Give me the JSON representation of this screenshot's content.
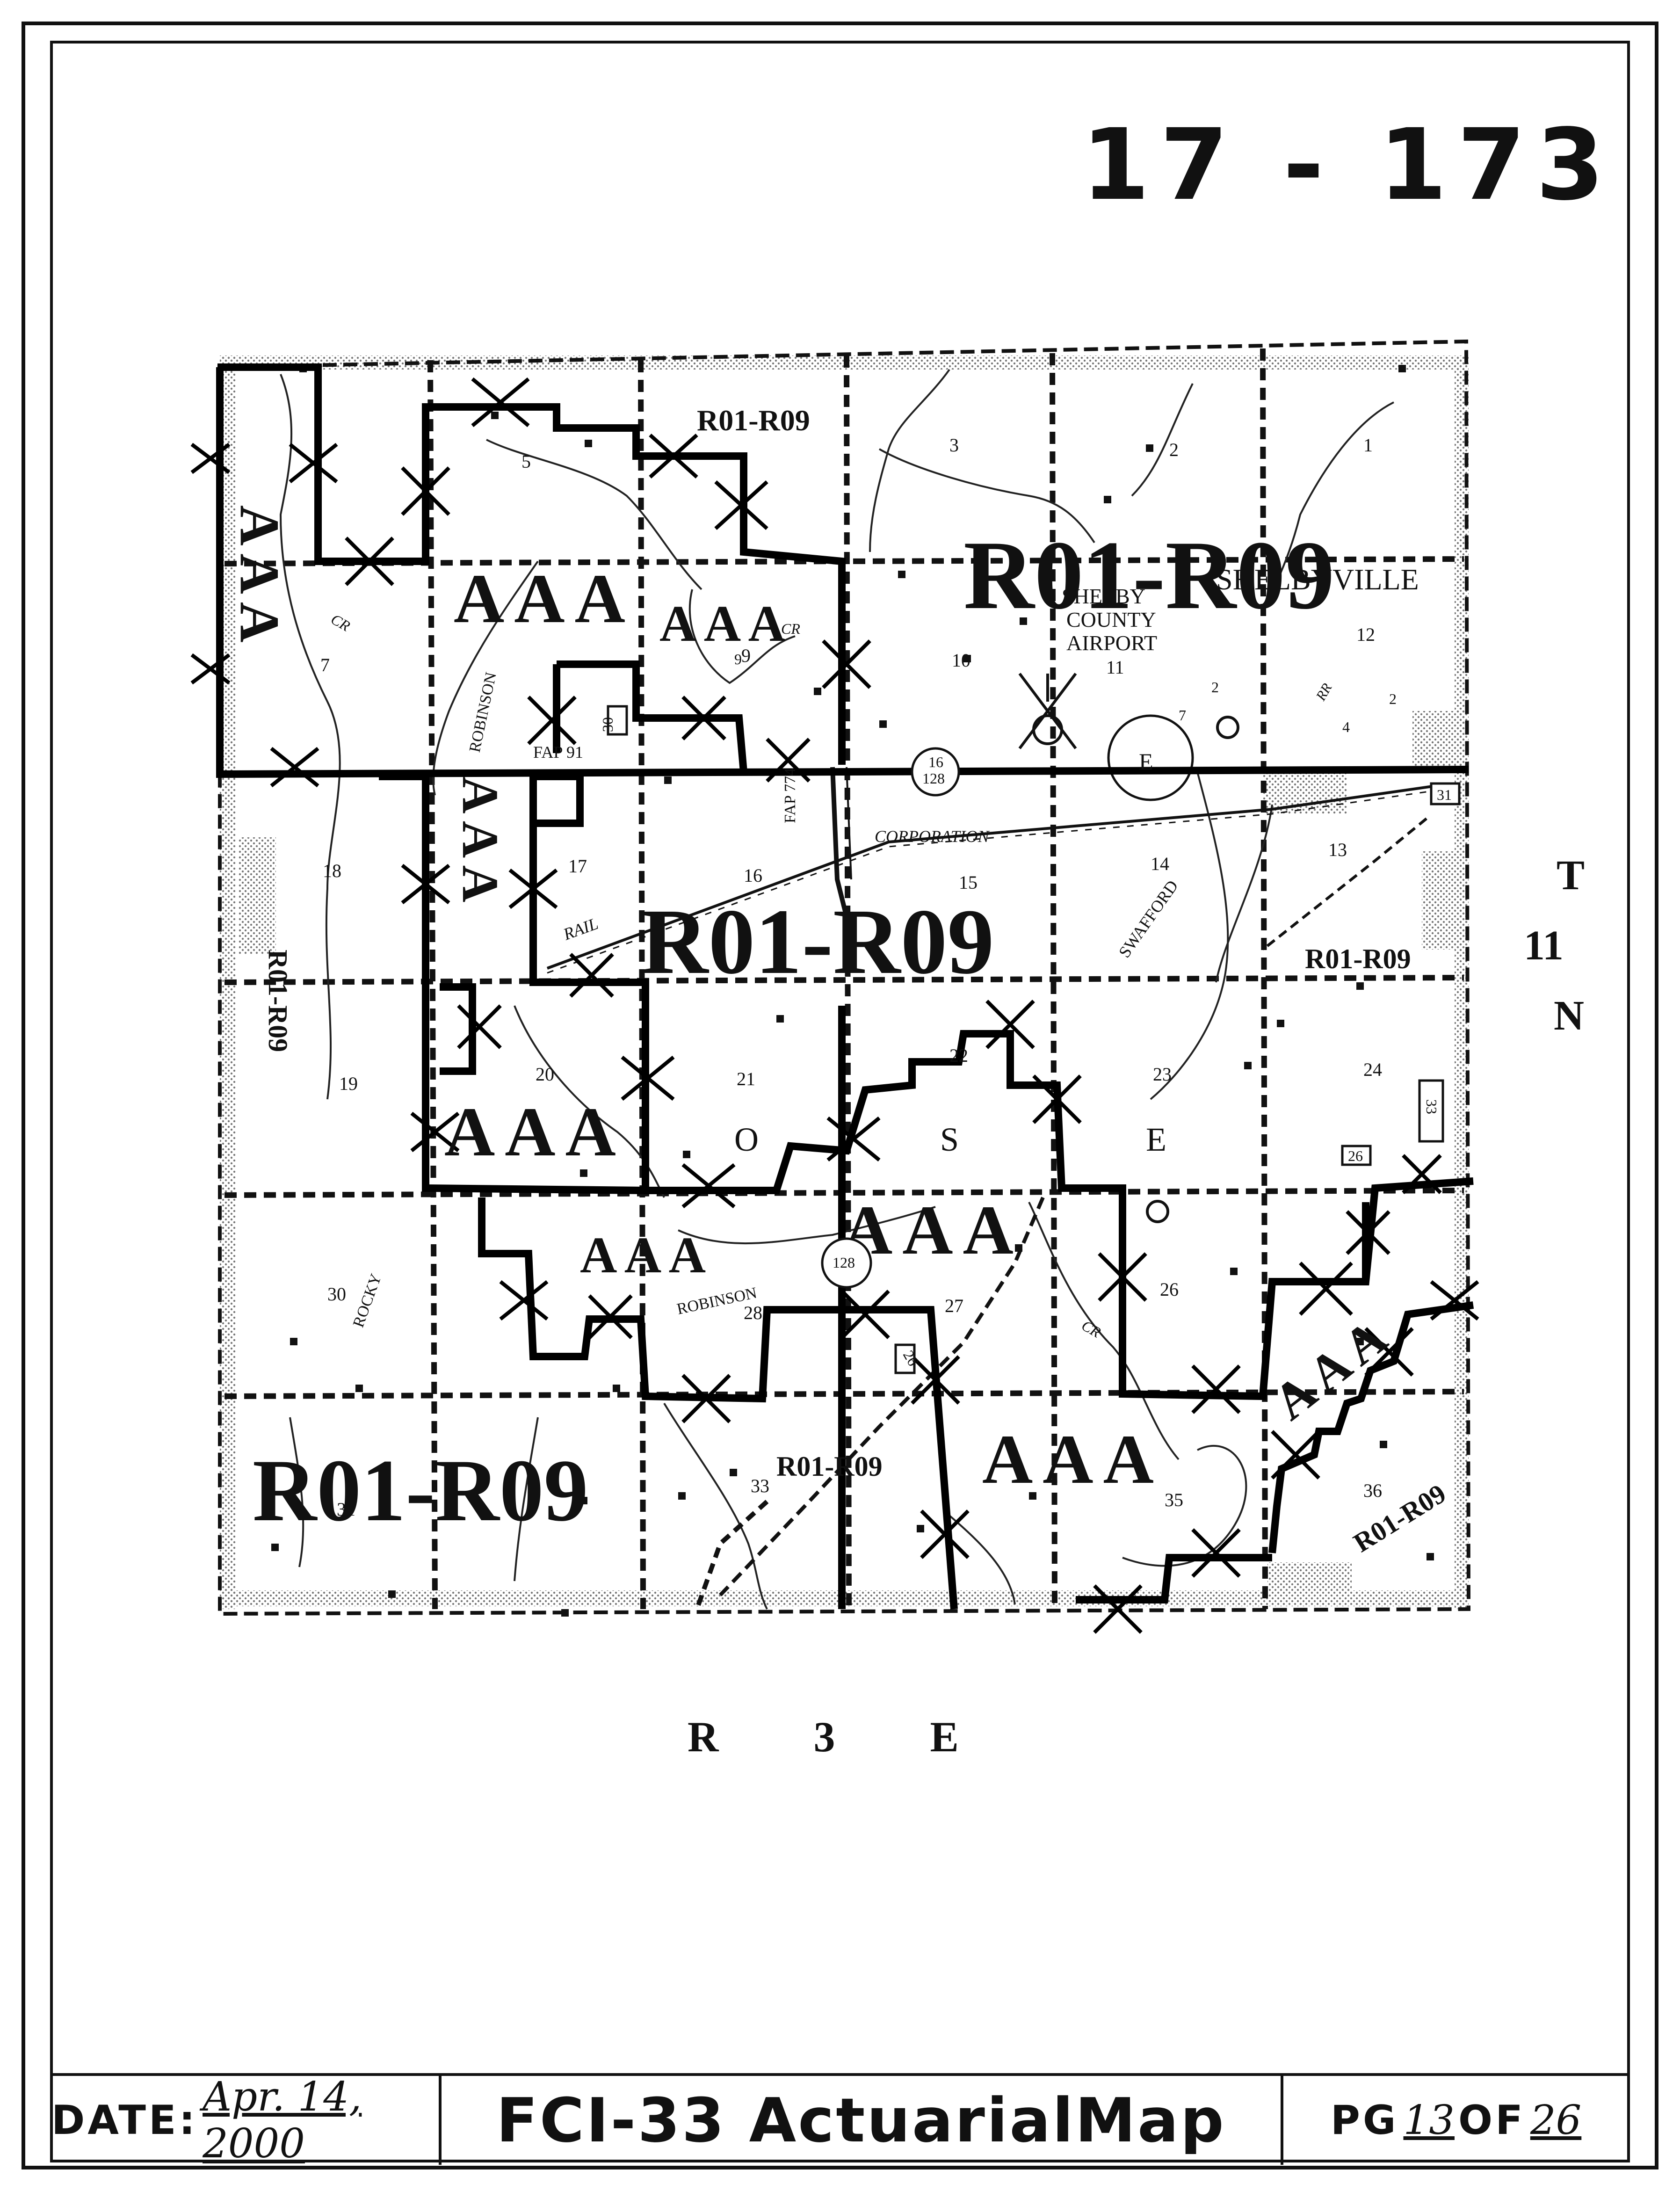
{
  "header": {
    "map_id": "17 - 173"
  },
  "map": {
    "zone_labels": {
      "r_top": "R01-R09",
      "r_center_top": "R01-R09",
      "r_center": "R01-R09",
      "r_left": "R01-R09",
      "r_right": "R01-R09",
      "r_bottom_mid": "R01-R09",
      "r_bottom_left": "R01-R09",
      "r_bottom_right": "R01-R09",
      "a_1": "A A A",
      "a_2": "A A A",
      "a_3": "A A A",
      "a_4": "A A A",
      "a_5": "A A A",
      "a_6": "A A A",
      "a_7": "A A A",
      "a_8": "A A A",
      "a_9": "A A A"
    },
    "places": {
      "shelbyville": "SHELBYVILLE",
      "airport_1": "SHELBY",
      "airport_2": "COUNTY",
      "airport_3": "AIRPORT",
      "corporation": "CORPORATION",
      "rail": "RAIL",
      "robinson_1": "ROBINSON",
      "robinson_2": "ROBINSON",
      "swafford": "SWAFFORD",
      "rocky": "ROCKY",
      "cr_1": "CR",
      "cr_2": "CR",
      "cr_3": "CR",
      "rr": "RR",
      "fap91": "FAP 91",
      "fap774": "FAP 774",
      "road_16": "16",
      "road_128": "128",
      "road_128b": "128",
      "road_30": "30",
      "road_26": "26",
      "road_26b": "26",
      "road_31": "31",
      "road_33": "33",
      "road_2": "2",
      "road_2b": "2",
      "road_4": "4",
      "road_7": "7",
      "road_9": "9",
      "ose_o": "O",
      "ose_s": "S",
      "ose_e": "E",
      "ose_e2": "E"
    },
    "sections": [
      "1",
      "2",
      "3",
      "5",
      "7",
      "9",
      "10",
      "11",
      "12",
      "13",
      "14",
      "15",
      "16",
      "17",
      "18",
      "19",
      "20",
      "21",
      "22",
      "23",
      "24",
      "26",
      "27",
      "28",
      "30",
      "31",
      "33",
      "35",
      "36"
    ],
    "township": {
      "t": "T",
      "n": "11",
      "d": "N"
    },
    "range": "R 3 E"
  },
  "footer": {
    "date_label": "DATE:",
    "date_value": "Apr. 14, 2000",
    "title": "FCI-33 ActuarialMap",
    "page_prefix": "PG",
    "page_num": "13",
    "page_of": "OF",
    "page_total": "26"
  }
}
